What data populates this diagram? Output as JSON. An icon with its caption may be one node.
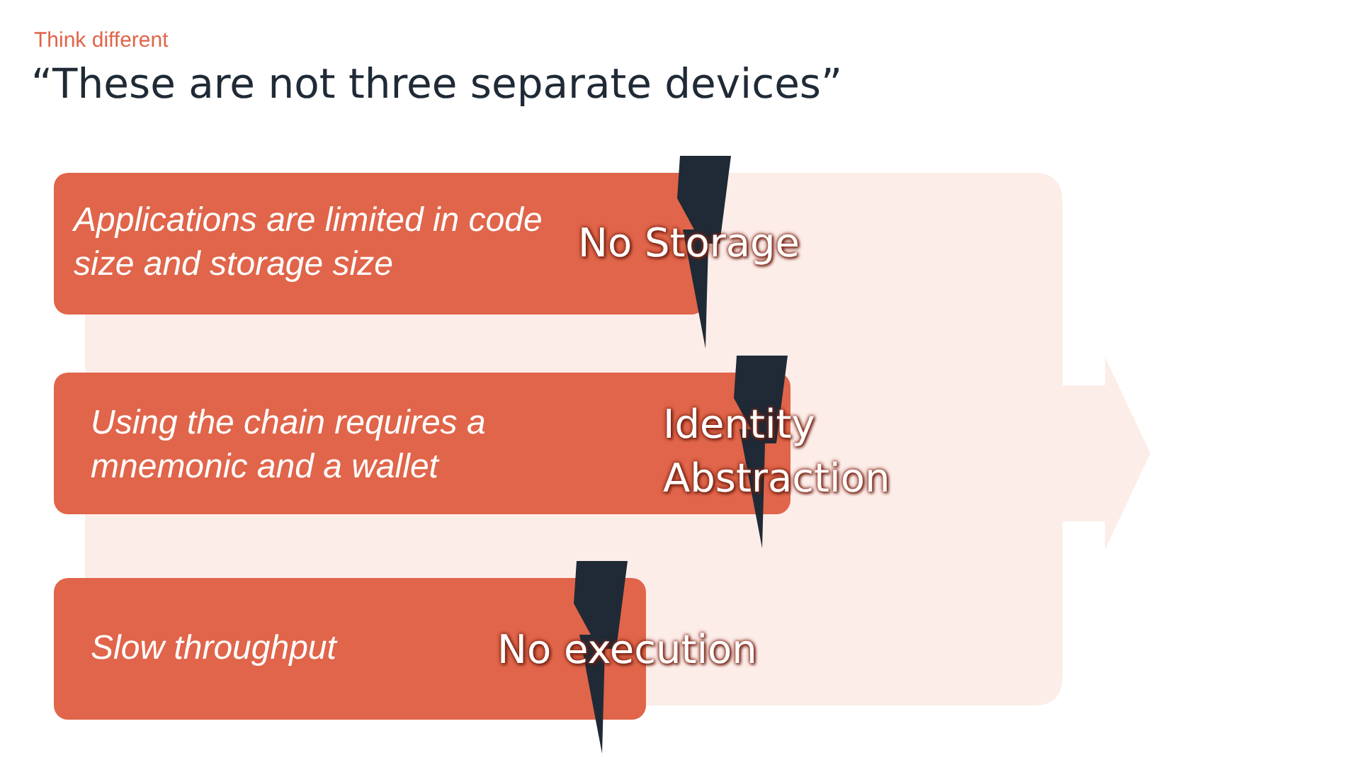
{
  "diagram": {
    "title": "“These are not three separate devices”",
    "nodes": [
      {
        "text": [
          "Applications are limited in code size and storage size",
          "No Storage"
        ]
      },
      {
        "text": [
          "Using the chain requires a mnemonic and a wallet",
          "Identity Abstraction"
        ]
      },
      {
        "text": [
          "Slow throughput",
          "No execution"
        ]
      }
    ],
    "edges": [],
    "labels": [
      "Think different"
    ]
  }
}
